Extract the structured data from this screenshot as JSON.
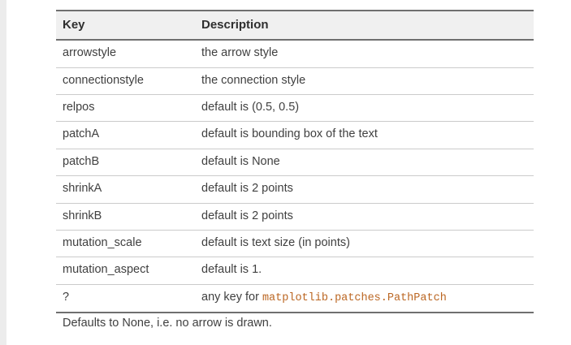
{
  "page": {
    "background_color": "#ffffff",
    "gutter_color": "#ececec",
    "text_color": "#404040",
    "code_color": "#bb6622",
    "header_background": "#f0f0f0",
    "header_border_color": "#6f6f6f",
    "row_border_color": "#cbcbcb"
  },
  "table": {
    "headers": {
      "key": "Key",
      "description": "Description"
    },
    "rows": [
      {
        "key": "arrowstyle",
        "description": "the arrow style"
      },
      {
        "key": "connectionstyle",
        "description": "the connection style"
      },
      {
        "key": "relpos",
        "description": "default is (0.5, 0.5)"
      },
      {
        "key": "patchA",
        "description": "default is bounding box of the text"
      },
      {
        "key": "patchB",
        "description": "default is None"
      },
      {
        "key": "shrinkA",
        "description": "default is 2 points"
      },
      {
        "key": "shrinkB",
        "description": "default is 2 points"
      },
      {
        "key": "mutation_scale",
        "description": "default is text size (in points)"
      },
      {
        "key": "mutation_aspect",
        "description": "default is 1."
      },
      {
        "key": "?",
        "description_prefix": "any key for ",
        "description_code": "matplotlib.patches.PathPatch"
      }
    ]
  },
  "trailing_note": "Defaults to None, i.e. no arrow is drawn."
}
